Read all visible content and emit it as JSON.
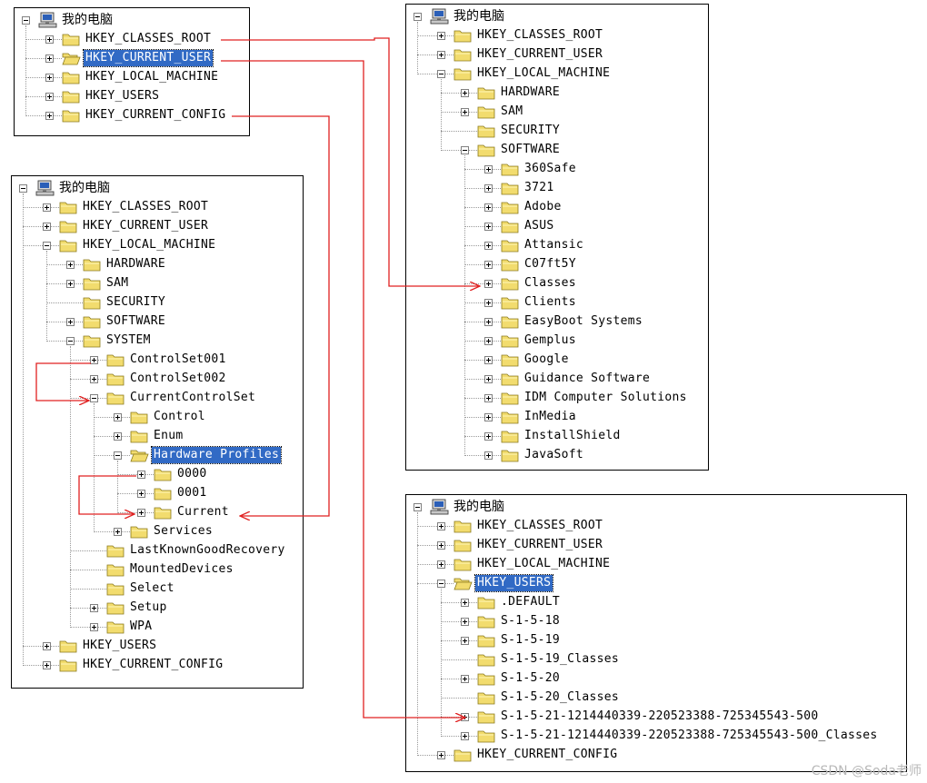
{
  "root_label": "我的电脑",
  "colors": {
    "folder_fill": "#f2dc6e",
    "folder_stroke": "#8a7a1c",
    "selection": "#316ac5",
    "arrow": "#e02020"
  },
  "trees": {
    "a": [
      {
        "depth": 0,
        "label": "我的电脑",
        "exp": "minus",
        "icon": "computer-icon"
      },
      {
        "depth": 1,
        "label": "HKEY_CLASSES_ROOT",
        "exp": "plus",
        "icon": "folder-icon"
      },
      {
        "depth": 1,
        "label": "HKEY_CURRENT_USER",
        "exp": "plus",
        "icon": "folder-open-icon",
        "selected": true
      },
      {
        "depth": 1,
        "label": "HKEY_LOCAL_MACHINE",
        "exp": "plus",
        "icon": "folder-icon"
      },
      {
        "depth": 1,
        "label": "HKEY_USERS",
        "exp": "plus",
        "icon": "folder-icon"
      },
      {
        "depth": 1,
        "label": "HKEY_CURRENT_CONFIG",
        "exp": "plus",
        "icon": "folder-icon"
      }
    ],
    "b": [
      {
        "depth": 0,
        "label": "我的电脑",
        "exp": "minus",
        "icon": "computer-icon"
      },
      {
        "depth": 1,
        "label": "HKEY_CLASSES_ROOT",
        "exp": "plus",
        "icon": "folder-icon"
      },
      {
        "depth": 1,
        "label": "HKEY_CURRENT_USER",
        "exp": "plus",
        "icon": "folder-icon"
      },
      {
        "depth": 1,
        "label": "HKEY_LOCAL_MACHINE",
        "exp": "minus",
        "icon": "folder-icon"
      },
      {
        "depth": 2,
        "label": "HARDWARE",
        "exp": "plus",
        "icon": "folder-icon"
      },
      {
        "depth": 2,
        "label": "SAM",
        "exp": "plus",
        "icon": "folder-icon"
      },
      {
        "depth": 2,
        "label": "SECURITY",
        "exp": "none",
        "icon": "folder-icon"
      },
      {
        "depth": 2,
        "label": "SOFTWARE",
        "exp": "plus",
        "icon": "folder-icon"
      },
      {
        "depth": 2,
        "label": "SYSTEM",
        "exp": "minus",
        "icon": "folder-icon"
      },
      {
        "depth": 3,
        "label": "ControlSet001",
        "exp": "plus",
        "icon": "folder-icon"
      },
      {
        "depth": 3,
        "label": "ControlSet002",
        "exp": "plus",
        "icon": "folder-icon"
      },
      {
        "depth": 3,
        "label": "CurrentControlSet",
        "exp": "minus",
        "icon": "folder-icon"
      },
      {
        "depth": 4,
        "label": "Control",
        "exp": "plus",
        "icon": "folder-icon"
      },
      {
        "depth": 4,
        "label": "Enum",
        "exp": "plus",
        "icon": "folder-icon"
      },
      {
        "depth": 4,
        "label": "Hardware Profiles",
        "exp": "minus",
        "icon": "folder-open-icon",
        "selected": true
      },
      {
        "depth": 5,
        "label": "0000",
        "exp": "plus",
        "icon": "folder-icon"
      },
      {
        "depth": 5,
        "label": "0001",
        "exp": "plus",
        "icon": "folder-icon"
      },
      {
        "depth": 5,
        "label": "Current",
        "exp": "plus",
        "icon": "folder-icon"
      },
      {
        "depth": 4,
        "label": "Services",
        "exp": "plus",
        "icon": "folder-icon"
      },
      {
        "depth": 3,
        "label": "LastKnownGoodRecovery",
        "exp": "none",
        "icon": "folder-icon"
      },
      {
        "depth": 3,
        "label": "MountedDevices",
        "exp": "none",
        "icon": "folder-icon"
      },
      {
        "depth": 3,
        "label": "Select",
        "exp": "none",
        "icon": "folder-icon"
      },
      {
        "depth": 3,
        "label": "Setup",
        "exp": "plus",
        "icon": "folder-icon"
      },
      {
        "depth": 3,
        "label": "WPA",
        "exp": "plus",
        "icon": "folder-icon"
      },
      {
        "depth": 1,
        "label": "HKEY_USERS",
        "exp": "plus",
        "icon": "folder-icon"
      },
      {
        "depth": 1,
        "label": "HKEY_CURRENT_CONFIG",
        "exp": "plus",
        "icon": "folder-icon"
      }
    ],
    "c": [
      {
        "depth": 0,
        "label": "我的电脑",
        "exp": "minus",
        "icon": "computer-icon"
      },
      {
        "depth": 1,
        "label": "HKEY_CLASSES_ROOT",
        "exp": "plus",
        "icon": "folder-icon"
      },
      {
        "depth": 1,
        "label": "HKEY_CURRENT_USER",
        "exp": "plus",
        "icon": "folder-icon"
      },
      {
        "depth": 1,
        "label": "HKEY_LOCAL_MACHINE",
        "exp": "minus",
        "icon": "folder-icon"
      },
      {
        "depth": 2,
        "label": "HARDWARE",
        "exp": "plus",
        "icon": "folder-icon"
      },
      {
        "depth": 2,
        "label": "SAM",
        "exp": "plus",
        "icon": "folder-icon"
      },
      {
        "depth": 2,
        "label": "SECURITY",
        "exp": "none",
        "icon": "folder-icon"
      },
      {
        "depth": 2,
        "label": "SOFTWARE",
        "exp": "minus",
        "icon": "folder-icon"
      },
      {
        "depth": 3,
        "label": "360Safe",
        "exp": "plus",
        "icon": "folder-icon"
      },
      {
        "depth": 3,
        "label": "3721",
        "exp": "plus",
        "icon": "folder-icon"
      },
      {
        "depth": 3,
        "label": "Adobe",
        "exp": "plus",
        "icon": "folder-icon"
      },
      {
        "depth": 3,
        "label": "ASUS",
        "exp": "plus",
        "icon": "folder-icon"
      },
      {
        "depth": 3,
        "label": "Attansic",
        "exp": "plus",
        "icon": "folder-icon"
      },
      {
        "depth": 3,
        "label": "C07ft5Y",
        "exp": "plus",
        "icon": "folder-icon"
      },
      {
        "depth": 3,
        "label": "Classes",
        "exp": "plus",
        "icon": "folder-icon"
      },
      {
        "depth": 3,
        "label": "Clients",
        "exp": "plus",
        "icon": "folder-icon"
      },
      {
        "depth": 3,
        "label": "EasyBoot Systems",
        "exp": "plus",
        "icon": "folder-icon"
      },
      {
        "depth": 3,
        "label": "Gemplus",
        "exp": "plus",
        "icon": "folder-icon"
      },
      {
        "depth": 3,
        "label": "Google",
        "exp": "plus",
        "icon": "folder-icon"
      },
      {
        "depth": 3,
        "label": "Guidance Software",
        "exp": "plus",
        "icon": "folder-icon"
      },
      {
        "depth": 3,
        "label": "IDM Computer Solutions",
        "exp": "plus",
        "icon": "folder-icon"
      },
      {
        "depth": 3,
        "label": "InMedia",
        "exp": "plus",
        "icon": "folder-icon"
      },
      {
        "depth": 3,
        "label": "InstallShield",
        "exp": "plus",
        "icon": "folder-icon"
      },
      {
        "depth": 3,
        "label": "JavaSoft",
        "exp": "plus",
        "icon": "folder-icon"
      }
    ],
    "d": [
      {
        "depth": 0,
        "label": "我的电脑",
        "exp": "minus",
        "icon": "computer-icon"
      },
      {
        "depth": 1,
        "label": "HKEY_CLASSES_ROOT",
        "exp": "plus",
        "icon": "folder-icon"
      },
      {
        "depth": 1,
        "label": "HKEY_CURRENT_USER",
        "exp": "plus",
        "icon": "folder-icon"
      },
      {
        "depth": 1,
        "label": "HKEY_LOCAL_MACHINE",
        "exp": "plus",
        "icon": "folder-icon"
      },
      {
        "depth": 1,
        "label": "HKEY_USERS",
        "exp": "minus",
        "icon": "folder-open-icon",
        "selected": true
      },
      {
        "depth": 2,
        "label": ".DEFAULT",
        "exp": "plus",
        "icon": "folder-icon"
      },
      {
        "depth": 2,
        "label": "S-1-5-18",
        "exp": "plus",
        "icon": "folder-icon"
      },
      {
        "depth": 2,
        "label": "S-1-5-19",
        "exp": "plus",
        "icon": "folder-icon"
      },
      {
        "depth": 2,
        "label": "S-1-5-19_Classes",
        "exp": "none",
        "icon": "folder-icon"
      },
      {
        "depth": 2,
        "label": "S-1-5-20",
        "exp": "plus",
        "icon": "folder-icon"
      },
      {
        "depth": 2,
        "label": "S-1-5-20_Classes",
        "exp": "none",
        "icon": "folder-icon"
      },
      {
        "depth": 2,
        "label": "S-1-5-21-1214440339-220523388-725345543-500",
        "exp": "plus",
        "icon": "folder-icon"
      },
      {
        "depth": 2,
        "label": "S-1-5-21-1214440339-220523388-725345543-500_Classes",
        "exp": "plus",
        "icon": "folder-icon"
      },
      {
        "depth": 1,
        "label": "HKEY_CURRENT_CONFIG",
        "exp": "plus",
        "icon": "folder-icon"
      }
    ]
  },
  "connections": [
    {
      "from": "HKEY_CLASSES_ROOT",
      "to": "Classes"
    },
    {
      "from": "HKEY_CURRENT_USER",
      "to": "S-1-5-21-1214440339-220523388-725345543-500"
    },
    {
      "from": "HKEY_CURRENT_CONFIG",
      "to": "Current"
    },
    {
      "from": "ControlSet001",
      "to": "CurrentControlSet"
    },
    {
      "from": "0000",
      "to": "Current"
    }
  ],
  "watermark": "CSDN @Soda老师"
}
